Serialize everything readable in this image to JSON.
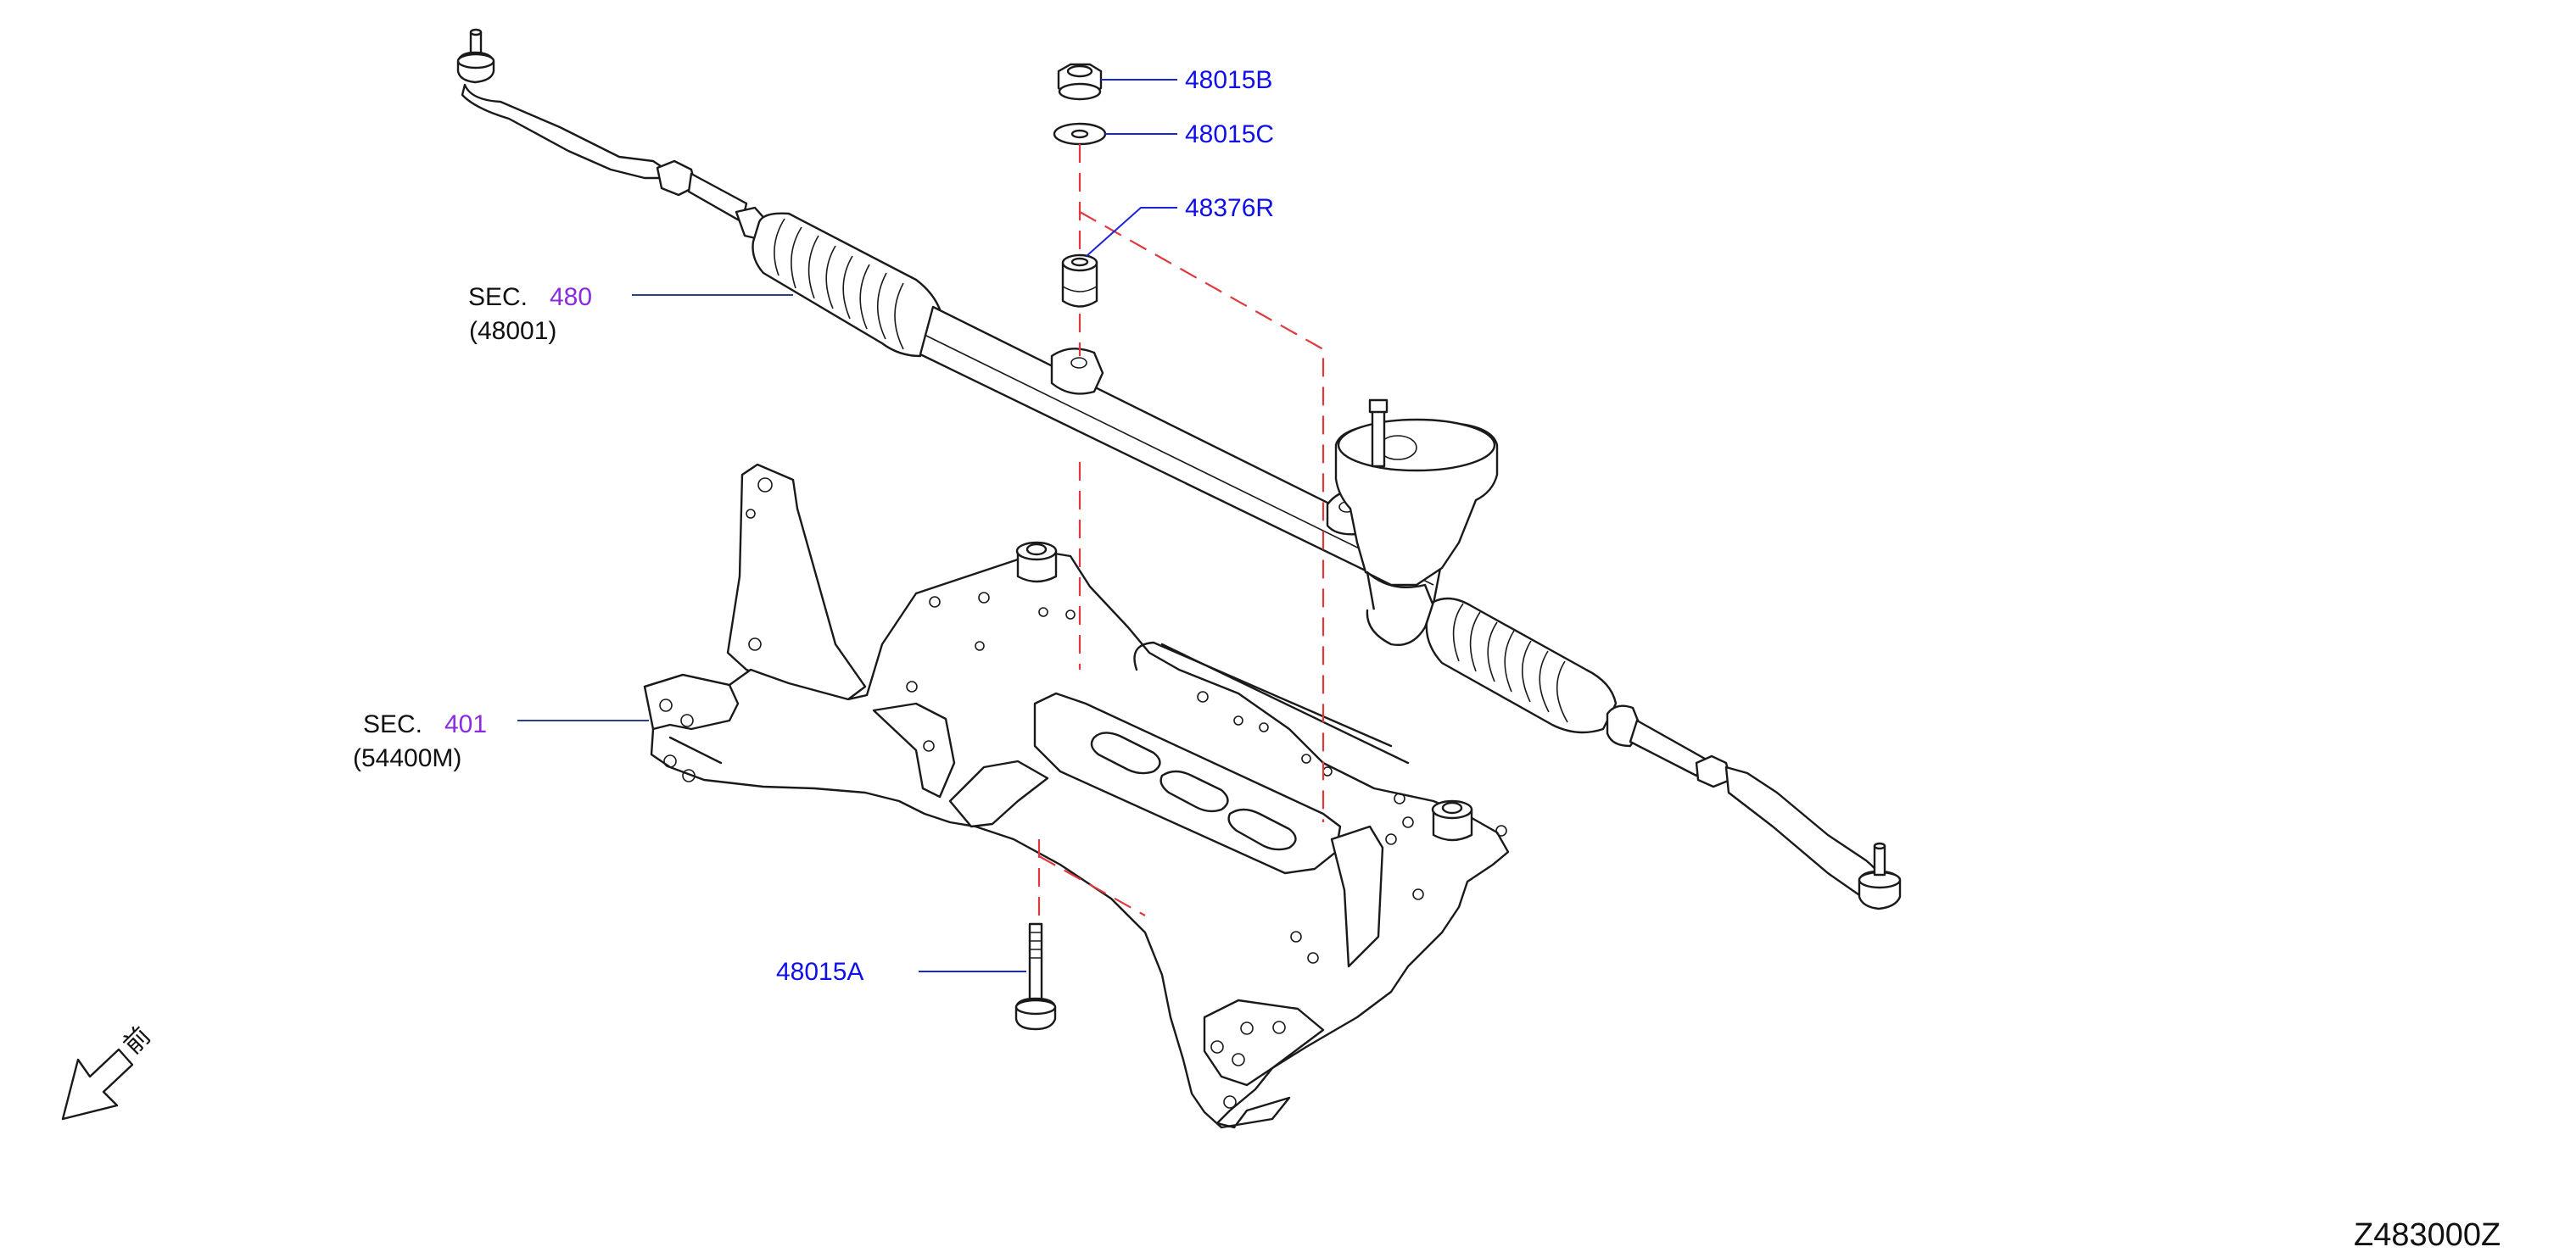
{
  "callouts": {
    "nut": "48015B",
    "washer": "48015C",
    "bushing": "48376R",
    "bolt": "48015A"
  },
  "sections": {
    "rack": {
      "prefix": "SEC.",
      "number": "480",
      "part": "(48001)"
    },
    "member": {
      "prefix": "SEC.",
      "number": "401",
      "part": "(54400M)"
    }
  },
  "front_indicator": {
    "text": "前"
  },
  "diagram_code": "Z483000Z",
  "colors": {
    "callout_blue": "#1010e6",
    "section_purple": "#8a2be2",
    "dash_red": "#e0393e",
    "line": "#1a1a1a"
  }
}
